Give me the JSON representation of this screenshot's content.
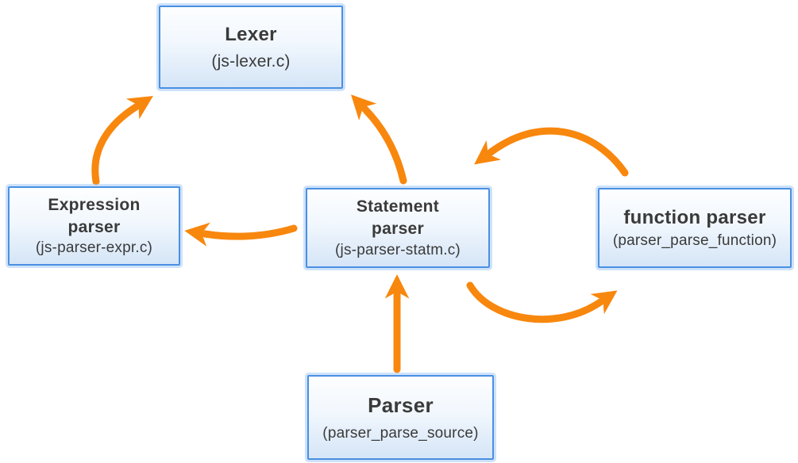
{
  "diagram": {
    "description": "Parser architecture diagram with five modules connected by orange arrows",
    "palette": {
      "arrow_orange": "#F8870E",
      "box_border_blue": "#4A90E2",
      "box_glow_blue": "#A5CBF5",
      "box_fill_top": "#FDFEFF",
      "box_fill_bottom": "#D5E5F7",
      "text_color": "#3A3A3A",
      "background": "#FFFFFF"
    }
  },
  "nodes": [
    {
      "id": "lexer",
      "title": "Lexer",
      "subtitle": "(js-lexer.c)"
    },
    {
      "id": "expression-parser",
      "title": "Expression\nparser",
      "subtitle": "(js-parser-expr.c)"
    },
    {
      "id": "statement-parser",
      "title": "Statement\nparser",
      "subtitle": "(js-parser-statm.c)"
    },
    {
      "id": "function-parser",
      "title": "function parser",
      "subtitle": "(parser_parse_function)"
    },
    {
      "id": "parser",
      "title": "Parser",
      "subtitle": "(parser_parse_source)"
    }
  ],
  "edges": [
    {
      "from": "expression-parser",
      "to": "lexer",
      "shape": "curved"
    },
    {
      "from": "statement-parser",
      "to": "lexer",
      "shape": "curved"
    },
    {
      "from": "statement-parser",
      "to": "expression-parser",
      "shape": "curved"
    },
    {
      "from": "function-parser",
      "to": "statement-parser",
      "shape": "arc-over"
    },
    {
      "from": "statement-parser",
      "to": "function-parser",
      "shape": "arc-under"
    },
    {
      "from": "parser",
      "to": "statement-parser",
      "shape": "straight"
    }
  ]
}
